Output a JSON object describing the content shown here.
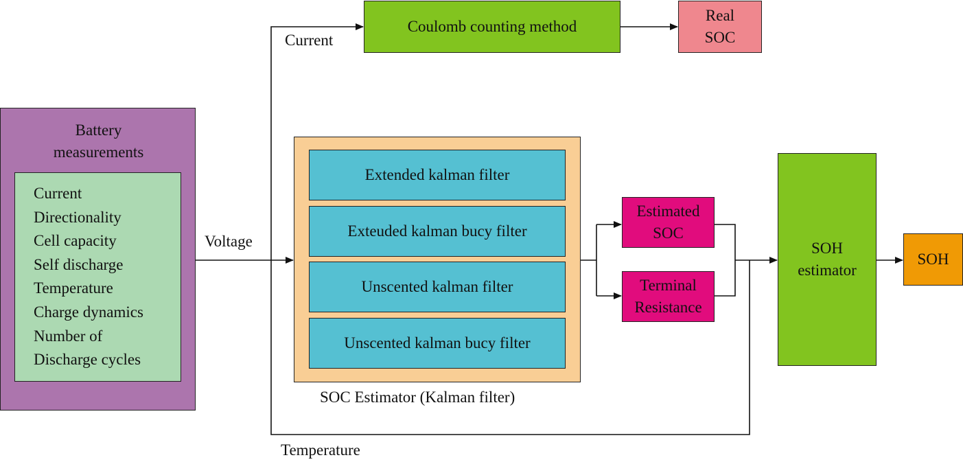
{
  "battery": {
    "title": "Battery\nmeasurements",
    "items": [
      "Current",
      "Directionality",
      "Cell capacity",
      "Self discharge",
      "Temperature",
      "Charge dynamics",
      "Number of",
      "Discharge cycles"
    ]
  },
  "coulomb": {
    "label": "Coulomb counting method"
  },
  "real_soc": {
    "label": "Real\nSOC"
  },
  "soc_estimator": {
    "filters": [
      "Extended kalman filter",
      "Exteuded kalman bucy filter",
      "Unscented kalman filter",
      "Unscented kalman bucy filter"
    ],
    "caption": "SOC Estimator (Kalman filter)"
  },
  "estimated_soc": {
    "label": "Estimated\nSOC"
  },
  "terminal_resistance": {
    "label": "Terminal\nResistance"
  },
  "soh_estimator": {
    "label": "SOH\nestimator"
  },
  "soh": {
    "label": "SOH"
  },
  "signals": {
    "current": "Current",
    "voltage": "Voltage",
    "temperature": "Temperature"
  },
  "colors": {
    "battery": "#ac75ad",
    "battery_inner": "#acd9b2",
    "coulomb": "#82c41f",
    "real_soc": "#ef878e",
    "estimator": "#f9ce95",
    "filter": "#55c0d2",
    "magenta": "#e10c7d",
    "soh": "#f09a05"
  }
}
